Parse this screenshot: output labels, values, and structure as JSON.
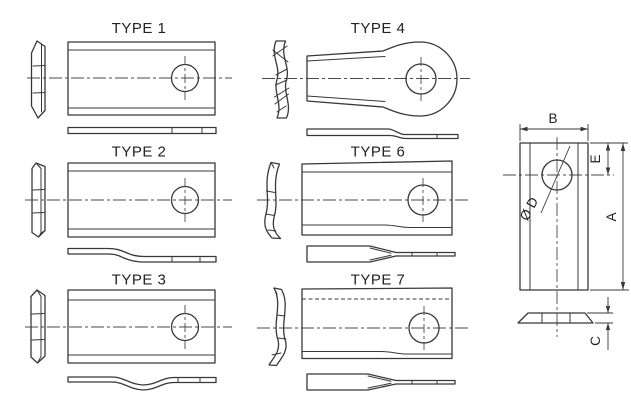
{
  "page": {
    "background": "#ffffff",
    "line_color": "#383838",
    "description_kind": "mower-blade-types-technical-drawing"
  },
  "figures": [
    {
      "id": "type-1",
      "label": "TYPE 1"
    },
    {
      "id": "type-2",
      "label": "TYPE 2"
    },
    {
      "id": "type-3",
      "label": "TYPE 3"
    },
    {
      "id": "type-4",
      "label": "TYPE 4"
    },
    {
      "id": "type-6",
      "label": "TYPE 6"
    },
    {
      "id": "type-7",
      "label": "TYPE 7"
    }
  ],
  "dimension_labels": {
    "width": "B",
    "edge_offset": "E",
    "length": "A",
    "hole_diameter": "Ø D",
    "thickness": "C"
  }
}
